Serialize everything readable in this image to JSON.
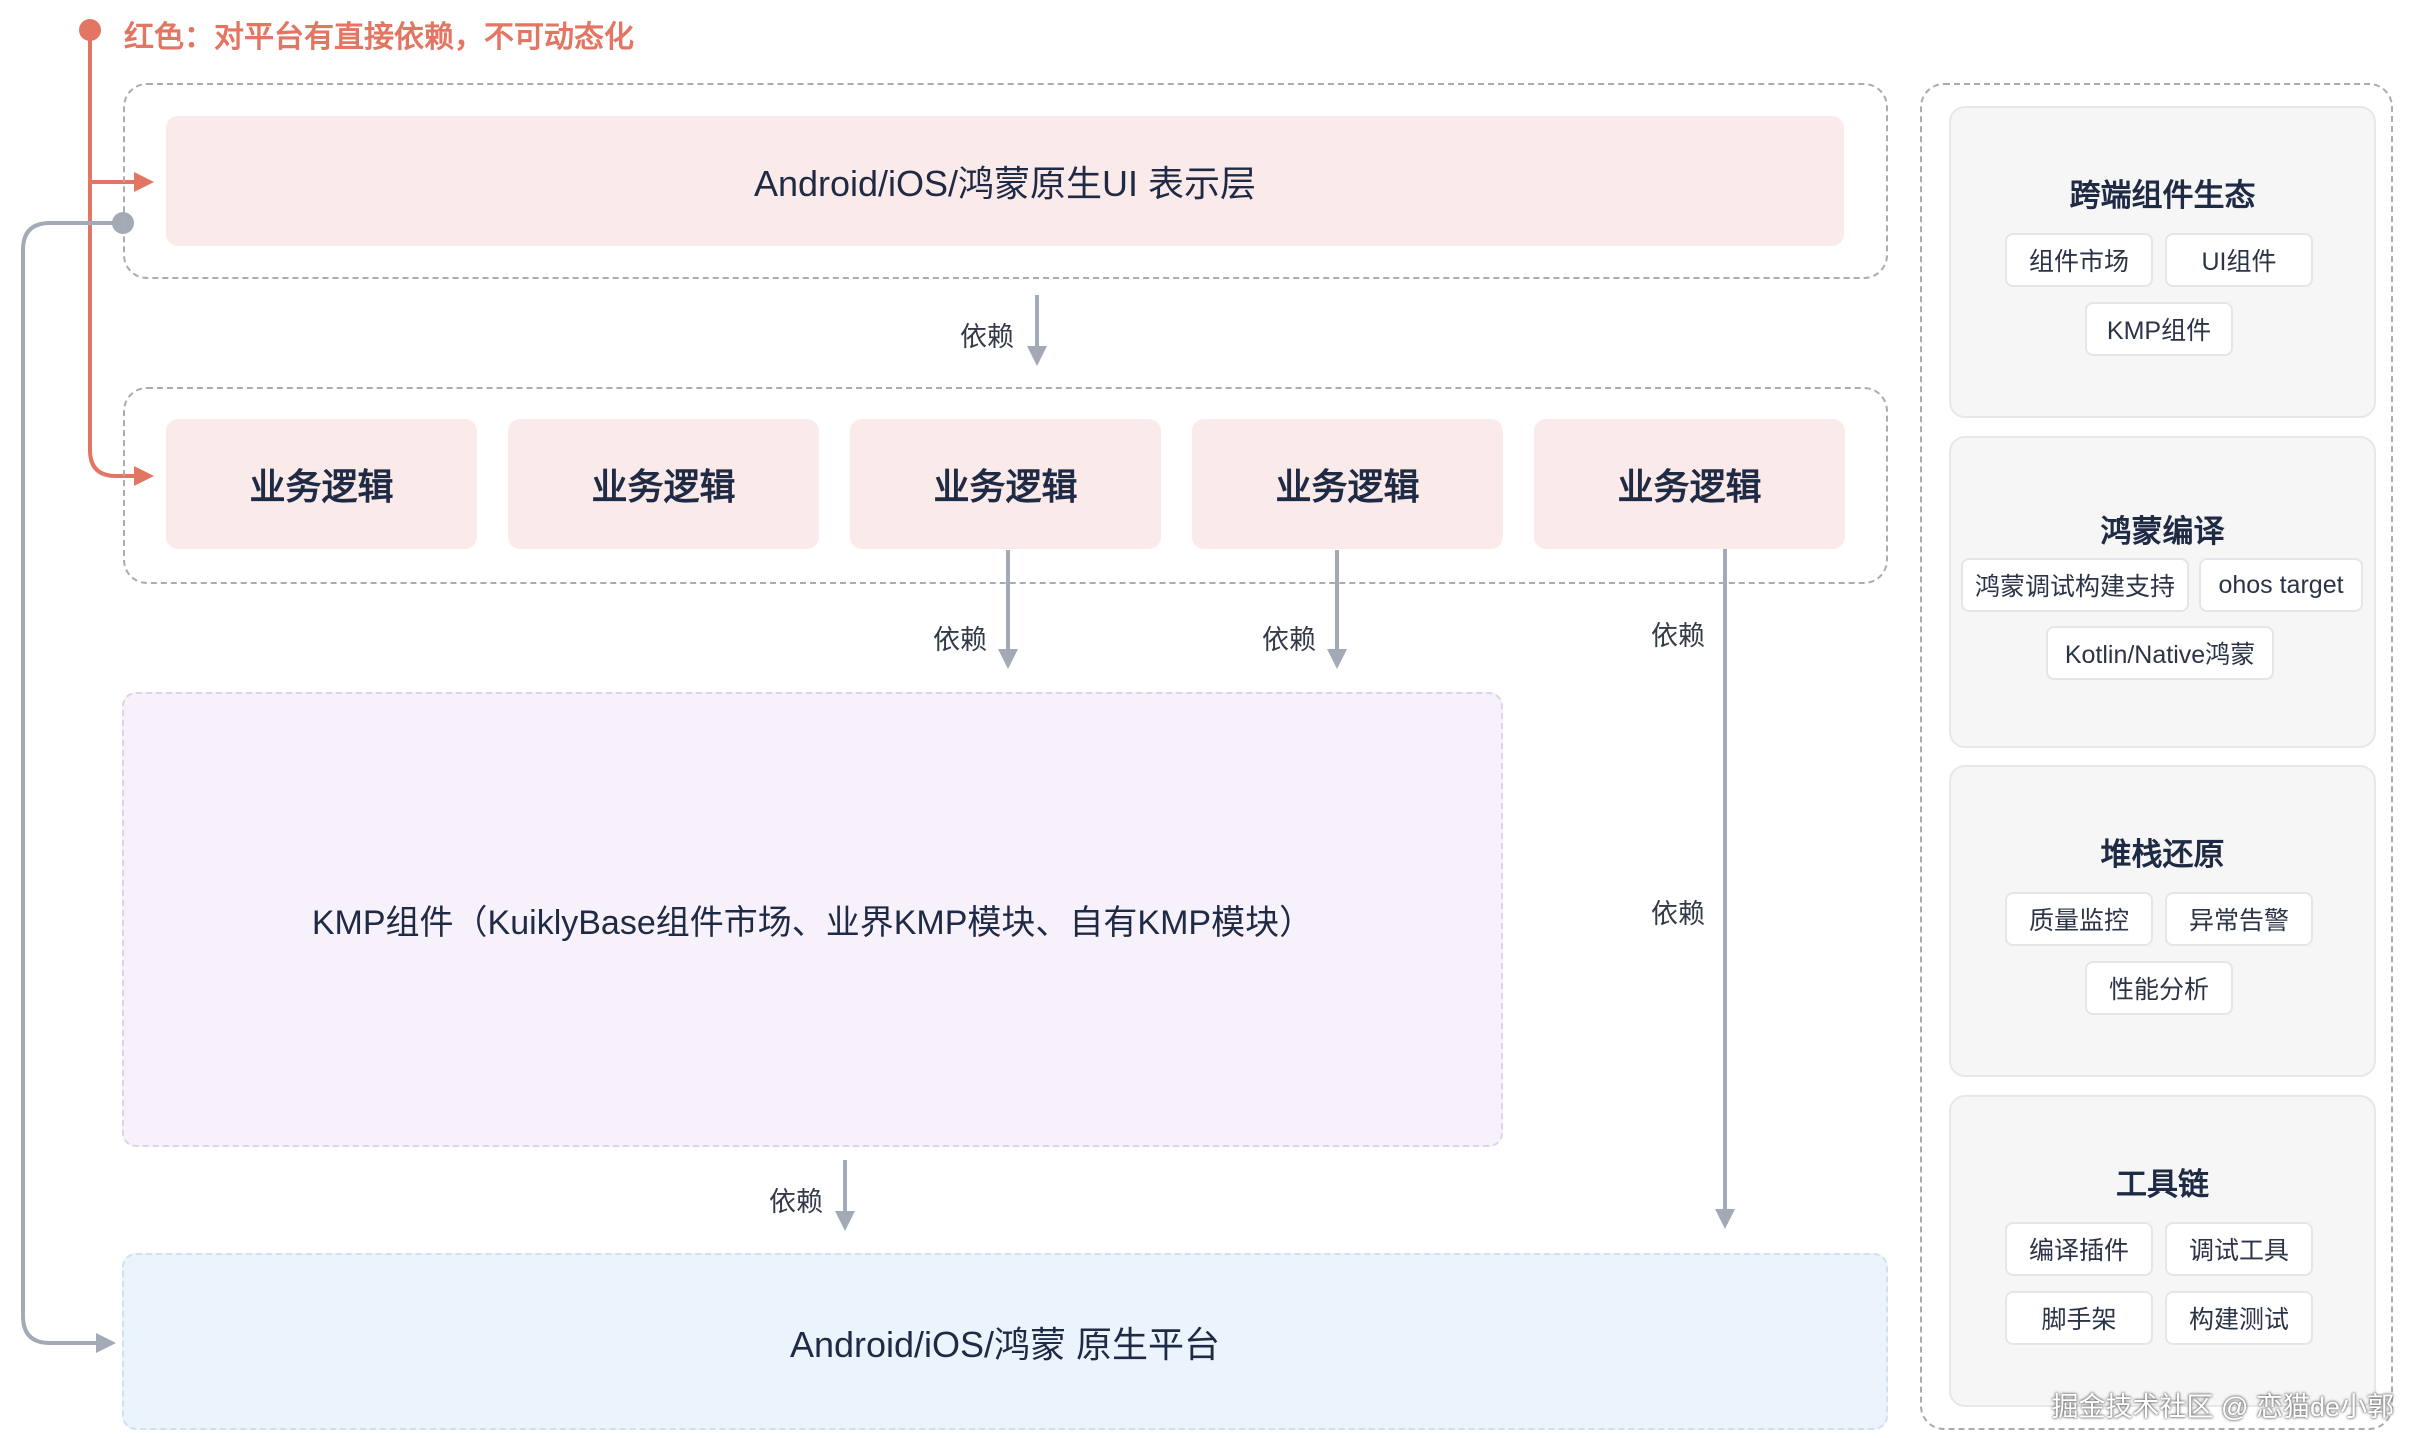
{
  "legend": {
    "text": "红色：对平台有直接依赖，不可动态化",
    "color": "#e37563"
  },
  "ui_layer": {
    "label": "Android/iOS/鸿蒙原生UI 表示层"
  },
  "dependency_label": "依赖",
  "business_logic": {
    "items": [
      "业务逻辑",
      "业务逻辑",
      "业务逻辑",
      "业务逻辑",
      "业务逻辑"
    ]
  },
  "kmp_layer": {
    "label": "KMP组件（KuiklyBase组件市场、业界KMP模块、自有KMP模块）"
  },
  "native_platform": {
    "label": "Android/iOS/鸿蒙 原生平台"
  },
  "side_panel": {
    "cards": [
      {
        "title": "跨端组件生态",
        "chips": [
          "组件市场",
          "UI组件",
          "KMP组件"
        ]
      },
      {
        "title": "鸿蒙编译",
        "chips": [
          "鸿蒙调试构建支持",
          "ohos target",
          "Kotlin/Native鸿蒙"
        ]
      },
      {
        "title": "堆栈还原",
        "chips": [
          "质量监控",
          "异常告警",
          "性能分析"
        ]
      },
      {
        "title": "工具链",
        "chips": [
          "编译插件",
          "调试工具",
          "脚手架",
          "构建测试"
        ]
      }
    ]
  },
  "watermark": "掘金技术社区 @ 恋猫de小郭",
  "colors": {
    "platform_dependency": "#e37563",
    "arrow": "#a4a9b6",
    "ui_fill": "#fbeaea",
    "kmp_fill": "#f7f1fc",
    "native_fill": "#ebf4fd"
  }
}
